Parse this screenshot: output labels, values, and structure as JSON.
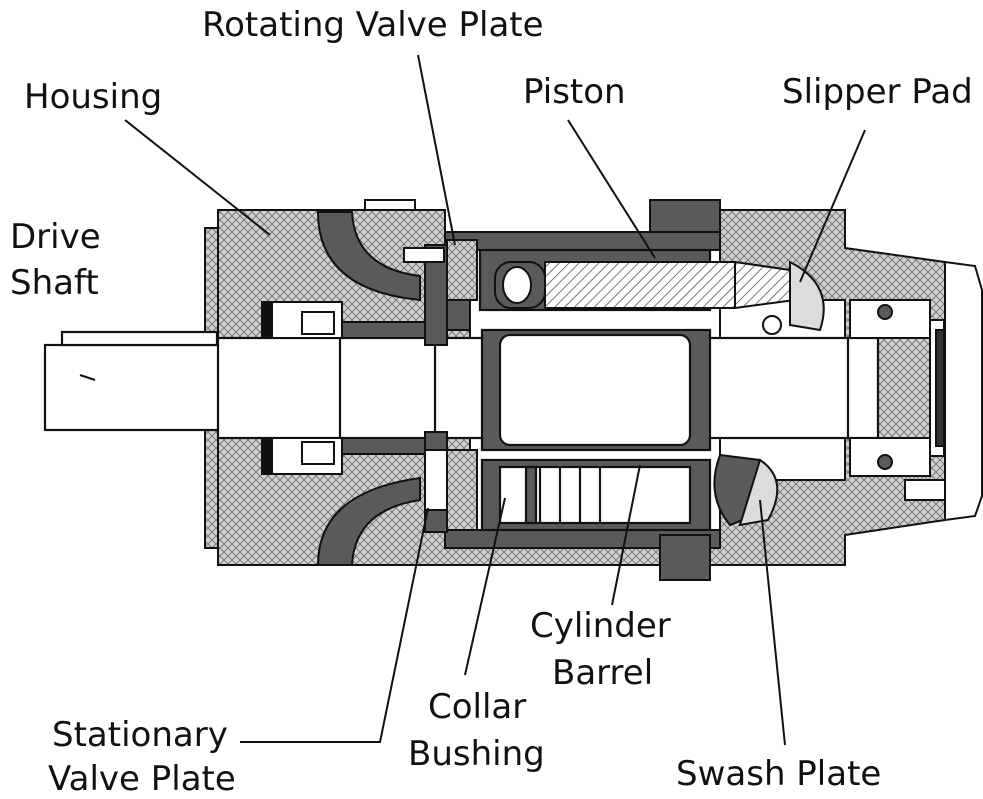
{
  "labels": {
    "rotating_valve_plate": "Rotating Valve Plate",
    "housing": "Housing",
    "piston": "Piston",
    "slipper_pad": "Slipper Pad",
    "drive_shaft_line1": "Drive",
    "drive_shaft_line2": "Shaft",
    "cylinder_barrel_line1": "Cylinder",
    "cylinder_barrel_line2": "Barrel",
    "collar_bushing_line1": "Collar",
    "collar_bushing_line2": "Bushing",
    "stationary_valve_plate_line1": "Stationary",
    "stationary_valve_plate_line2": "Valve Plate",
    "swash_plate": "Swash Plate"
  },
  "colors": {
    "housing_fill": "#c8c8c8",
    "dark_part": "#5a5a5a",
    "shaft_fill": "#ffffff",
    "outline": "#111111",
    "piston_hatch": "#555555"
  }
}
